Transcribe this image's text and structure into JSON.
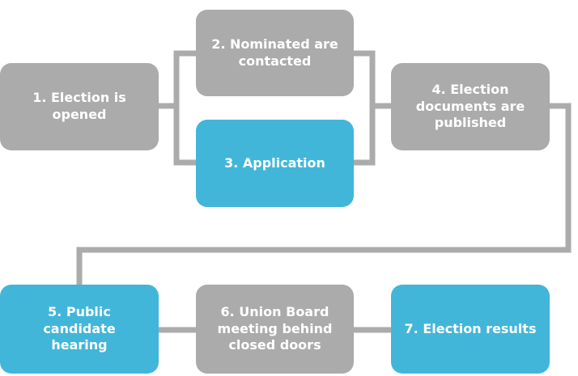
{
  "diagram": {
    "steps": [
      {
        "id": 1,
        "label": "1. Election is\nopened",
        "style": "gray"
      },
      {
        "id": 2,
        "label": "2. Nominated are\ncontacted",
        "style": "gray"
      },
      {
        "id": 3,
        "label": "3. Application",
        "style": "blue"
      },
      {
        "id": 4,
        "label": "4. Election\ndocuments are\npublished",
        "style": "gray"
      },
      {
        "id": 5,
        "label": "5. Public\ncandidate\nhearing",
        "style": "blue"
      },
      {
        "id": 6,
        "label": "6. Union Board\nmeeting behind\nclosed doors",
        "style": "gray"
      },
      {
        "id": 7,
        "label": "7. Election results",
        "style": "blue"
      }
    ]
  },
  "colors": {
    "gray_box": "#ABABAB",
    "blue_box": "#42B6D9",
    "connector": "#ABABAB",
    "text": "#FFFFFF"
  }
}
